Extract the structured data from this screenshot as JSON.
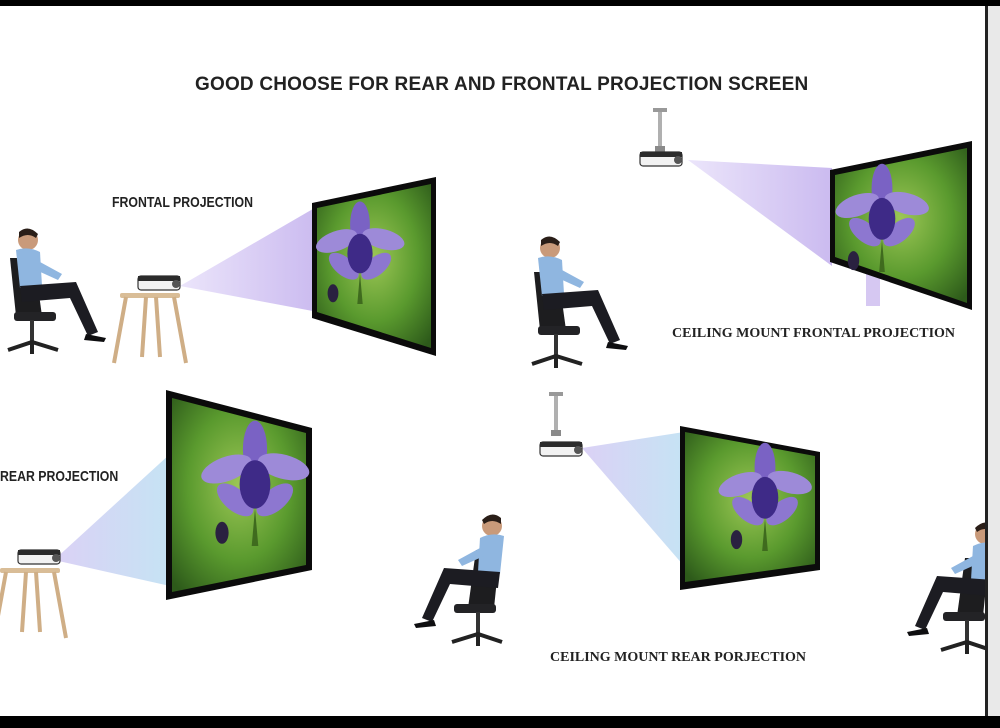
{
  "title": "GOOD CHOOSE FOR REAR AND FRONTAL PROJECTION SCREEN",
  "labels": {
    "frontal": "FRONTAL PROJECTION",
    "ceiling_frontal": "CEILING MOUNT FRONTAL PROJECTION",
    "rear": "REAR PROJECTION",
    "ceiling_rear": "CEILING MOUNT REAR PORJECTION"
  },
  "colors": {
    "beam": "#c9b6ef",
    "screen_green": "#4f8a2a",
    "flower_purple": "#5b3fa6",
    "shirt_blue": "#8fb6e0"
  }
}
